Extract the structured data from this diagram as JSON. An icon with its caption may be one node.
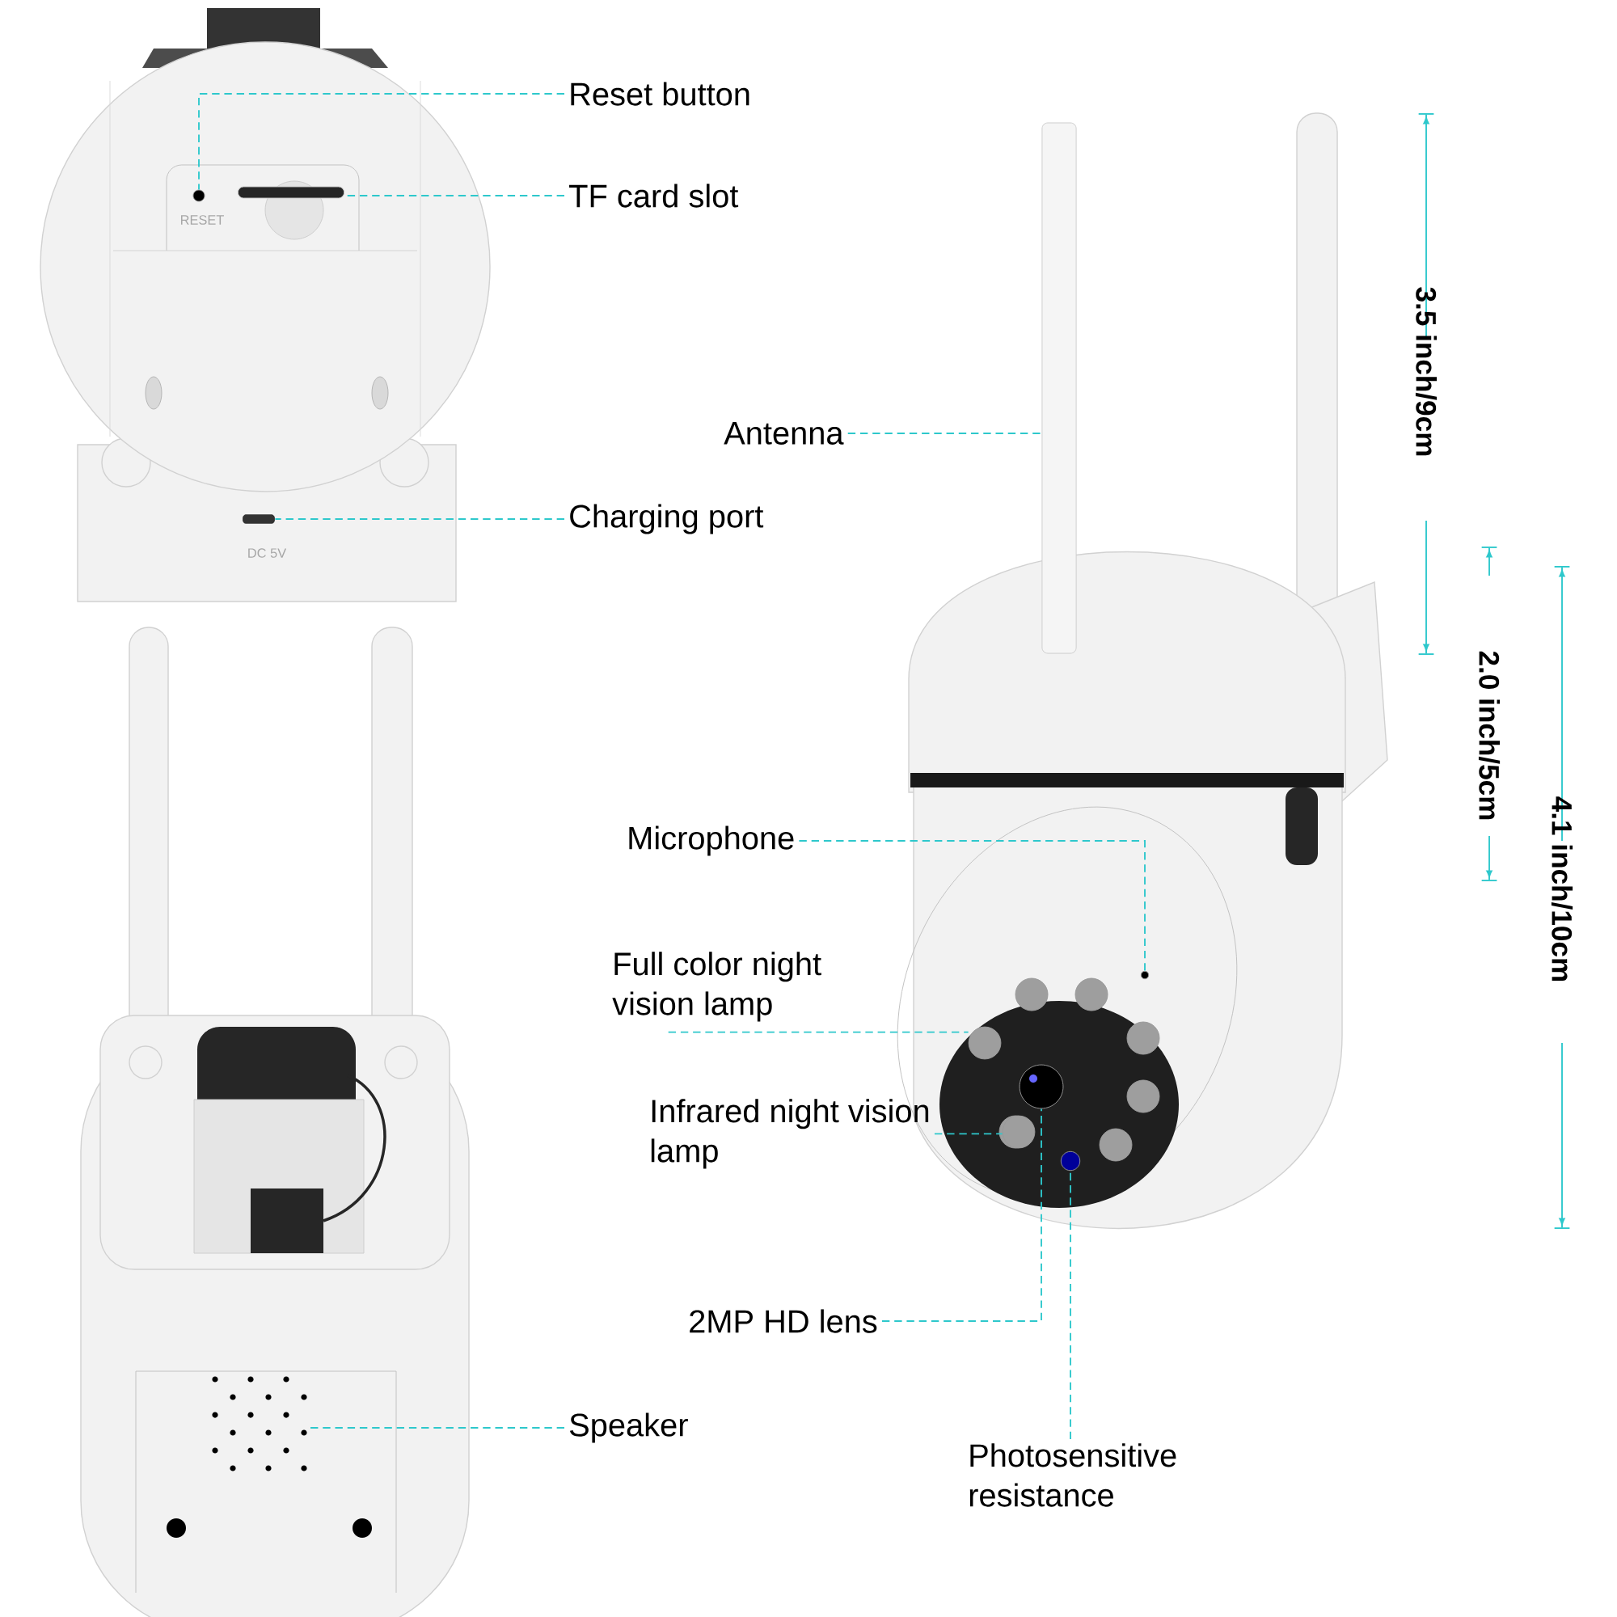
{
  "diagram": {
    "nodes": [
      {
        "text": [
          "Reset button"
        ]
      },
      {
        "text": [
          "TF card slot"
        ]
      },
      {
        "text": [
          "Charging port"
        ]
      },
      {
        "text": [
          "Antenna"
        ]
      },
      {
        "text": [
          "Microphone"
        ]
      },
      {
        "text": [
          "Full color night vision lamp"
        ]
      },
      {
        "text": [
          "Infrared night vision lamp"
        ]
      },
      {
        "text": [
          "2MP HD lens"
        ]
      },
      {
        "text": [
          "Photosensitive resistance"
        ]
      },
      {
        "text": [
          "Speaker"
        ]
      },
      {
        "text": [],
        "shape": "circle"
      },
      {
        "text": [],
        "shape": "bar"
      },
      {
        "text": [],
        "shape": "box"
      },
      {
        "text": [],
        "shape": "bar"
      },
      {
        "text": [],
        "shape": "circle"
      },
      {
        "text": [],
        "shape": "circle"
      },
      {
        "text": [],
        "shape": "circle"
      },
      {
        "text": [],
        "shape": "circle"
      },
      {
        "text": [],
        "shape": "circle"
      },
      {
        "text": [],
        "shape": "grille"
      }
    ],
    "edges": [
      {
        "from": 0,
        "to": 10,
        "arrow": "none",
        "style": "dashed"
      },
      {
        "from": 1,
        "to": 11,
        "arrow": "none",
        "style": "dashed"
      },
      {
        "from": 2,
        "to": 12,
        "arrow": "none",
        "style": "dashed"
      },
      {
        "from": 3,
        "to": 13,
        "arrow": "none",
        "style": "dashed"
      },
      {
        "from": 4,
        "to": 14,
        "arrow": "none",
        "style": "dashed"
      },
      {
        "from": 5,
        "to": 15,
        "arrow": "none",
        "style": "dashed"
      },
      {
        "from": 6,
        "to": 16,
        "arrow": "none",
        "style": "dashed"
      },
      {
        "from": 7,
        "to": 17,
        "arrow": "none",
        "style": "dashed"
      },
      {
        "from": 8,
        "to": 18,
        "arrow": "none",
        "style": "dashed"
      },
      {
        "from": 9,
        "to": 19,
        "arrow": "none",
        "style": "dashed"
      }
    ],
    "labels": [
      "RESET",
      "3.5 inch/9cm",
      "DC 5V",
      "2.0 inch/5cm",
      "4.1 inch/10cm"
    ]
  }
}
